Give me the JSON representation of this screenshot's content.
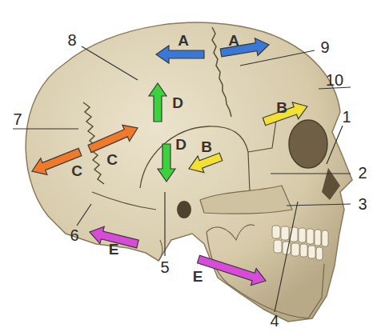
{
  "diagram": {
    "labels": [
      "8",
      "A",
      "A",
      "9",
      "10",
      "7",
      "B",
      "1",
      "D",
      "C",
      "D",
      "B",
      "C",
      "2",
      "3",
      "6",
      "E",
      "5",
      "E",
      "4"
    ]
  }
}
